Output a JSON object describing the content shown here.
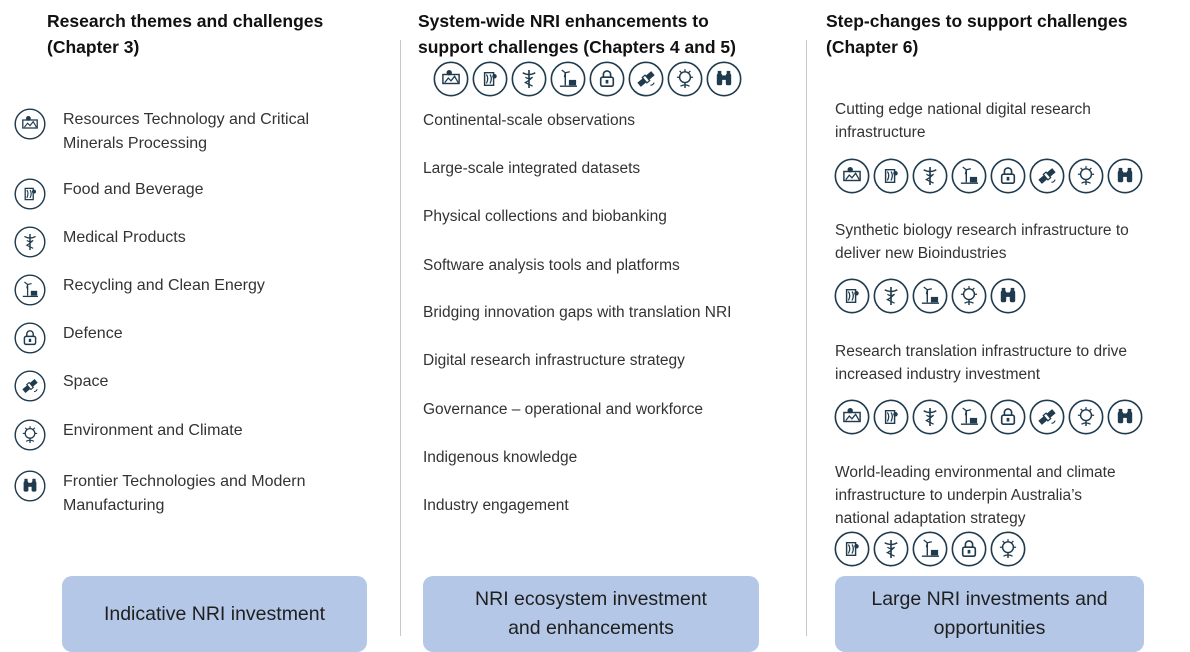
{
  "columns": {
    "left": {
      "heading_line1": "Research themes and challenges",
      "heading_line2": "(Chapter 3)",
      "themes": [
        {
          "icon": "resources-icon",
          "line1": "Resources Technology and Critical",
          "line2": "Minerals Processing"
        },
        {
          "icon": "food-icon",
          "line1": "Food and Beverage",
          "line2": ""
        },
        {
          "icon": "medical-icon",
          "line1": "Medical Products",
          "line2": ""
        },
        {
          "icon": "recycling-energy-icon",
          "line1": "Recycling and Clean Energy",
          "line2": ""
        },
        {
          "icon": "defence-lock-icon",
          "line1": "Defence",
          "line2": ""
        },
        {
          "icon": "satellite-icon",
          "line1": "Space",
          "line2": ""
        },
        {
          "icon": "environment-icon",
          "line1": "Environment and Climate",
          "line2": ""
        },
        {
          "icon": "binoculars-icon",
          "line1": "Frontier Technologies and Modern",
          "line2": "Manufacturing"
        }
      ],
      "box_label": "Indicative NRI investment"
    },
    "middle": {
      "heading_line1": "System-wide NRI enhancements to",
      "heading_line2": "support challenges (Chapters 4 and 5)",
      "items": [
        "Continental-scale observations",
        "Large-scale integrated datasets",
        "Physical collections and biobanking",
        "Software analysis tools and platforms",
        "Bridging innovation gaps with translation NRI",
        "Digital research infrastructure strategy",
        "Governance – operational and workforce",
        "Indigenous knowledge",
        "Industry engagement"
      ],
      "box_line1": "NRI ecosystem investment",
      "box_line2": "and enhancements"
    },
    "right": {
      "heading_line1": "Step-changes to support challenges",
      "heading_line2": "(Chapter 6)",
      "items": [
        {
          "line1": "Cutting edge national digital research",
          "line2": "infrastructure",
          "line3": ""
        },
        {
          "line1": "Synthetic biology research infrastructure to",
          "line2": "deliver new Bioindustries",
          "line3": ""
        },
        {
          "line1": "Research translation infrastructure to drive",
          "line2": "increased industry investment",
          "line3": ""
        },
        {
          "line1": "World-leading environmental and climate",
          "line2": "infrastructure to underpin Australia’s",
          "line3": "national adaptation strategy"
        }
      ],
      "box_line1": "Large NRI investments and",
      "box_line2": "opportunities"
    }
  },
  "colors": {
    "icon_stroke": "#1f3b4d",
    "box_fill": "#b4c7e7",
    "divider": "#c8c8c8"
  }
}
